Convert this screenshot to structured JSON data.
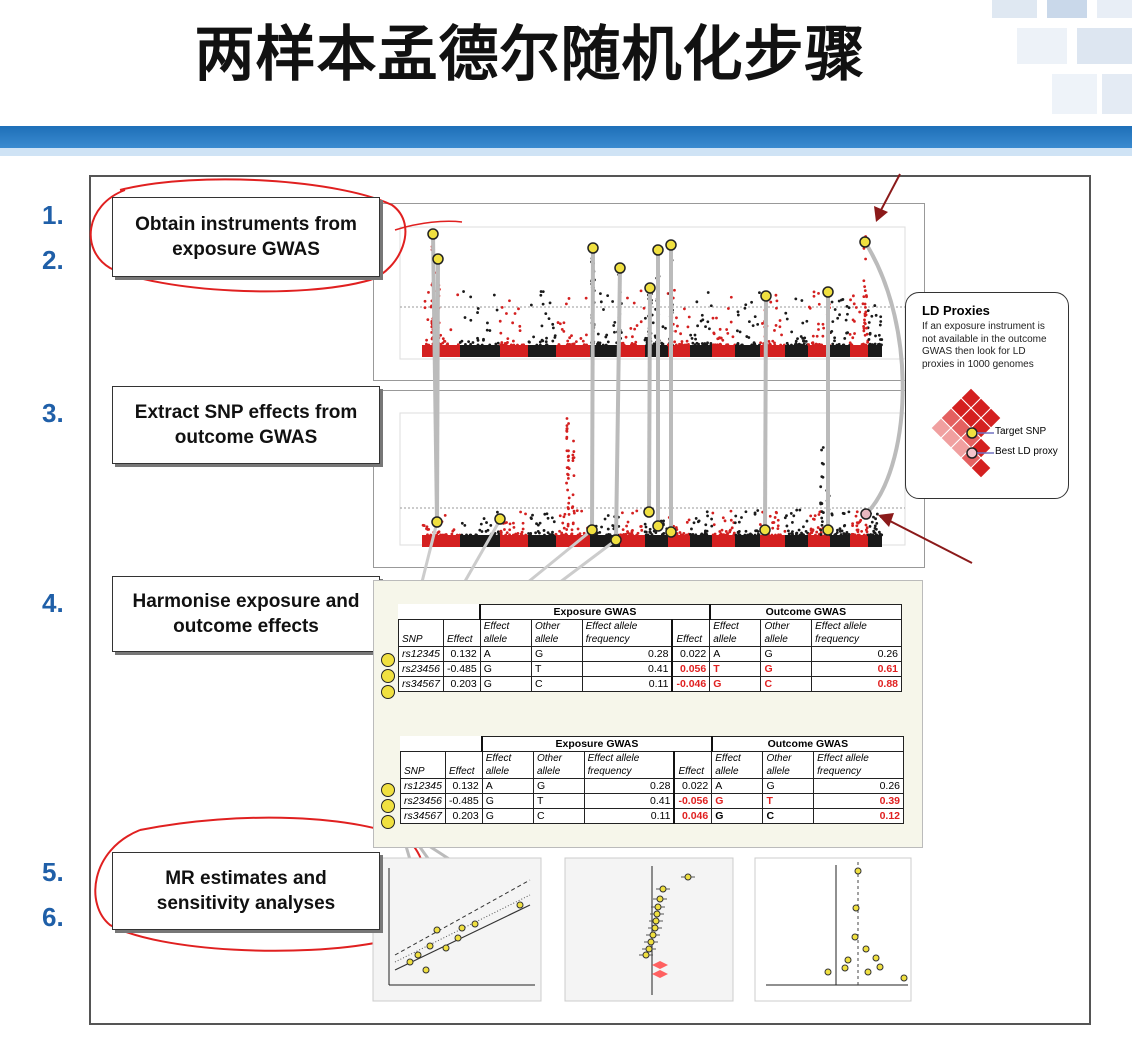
{
  "title": "两样本孟德尔随机化步骤",
  "step_numbers": [
    "1.",
    "2.",
    "3.",
    "4.",
    "5.",
    "6."
  ],
  "steps": {
    "s1": "Obtain instruments from\nexposure GWAS",
    "s3": "Extract SNP effects from\noutcome GWAS",
    "s4": "Harmonise exposure and\noutcome effects",
    "s5": "MR estimates and\nsensitivity analyses"
  },
  "ld": {
    "title": "LD Proxies",
    "desc": "If an exposure instrument is not available in the outcome GWAS then look for LD proxies in 1000 genomes",
    "target": "Target SNP",
    "proxy": "Best LD proxy"
  },
  "table_headers": {
    "exposure": "Exposure GWAS",
    "outcome": "Outcome GWAS",
    "snp": "SNP",
    "effect": "Effect",
    "effect_allele": "Effect allele",
    "other_allele": "Other allele",
    "eaf": "Effect allele frequency"
  },
  "table_before": [
    {
      "snp": "rs12345",
      "e_eff": "0.132",
      "e_ea": "A",
      "e_oa": "G",
      "e_f": "0.28",
      "o_eff": "0.022",
      "o_ea": "A",
      "o_oa": "G",
      "o_f": "0.26"
    },
    {
      "snp": "rs23456",
      "e_eff": "-0.485",
      "e_ea": "G",
      "e_oa": "T",
      "e_f": "0.41",
      "o_eff": "0.056",
      "o_ea": "T",
      "o_oa": "G",
      "o_f": "0.61"
    },
    {
      "snp": "rs34567",
      "e_eff": "0.203",
      "e_ea": "G",
      "e_oa": "C",
      "e_f": "0.11",
      "o_eff": "-0.046",
      "o_ea": "G",
      "o_oa": "C",
      "o_f": "0.88"
    }
  ],
  "table_after": [
    {
      "snp": "rs12345",
      "e_eff": "0.132",
      "e_ea": "A",
      "e_oa": "G",
      "e_f": "0.28",
      "o_eff": "0.022",
      "o_ea": "A",
      "o_oa": "G",
      "o_f": "0.26"
    },
    {
      "snp": "rs23456",
      "e_eff": "-0.485",
      "e_ea": "G",
      "e_oa": "T",
      "e_f": "0.41",
      "o_eff": "-0.056",
      "o_ea": "G",
      "o_oa": "T",
      "o_f": "0.39"
    },
    {
      "snp": "rs34567",
      "e_eff": "0.203",
      "e_ea": "G",
      "e_oa": "C",
      "e_f": "0.11",
      "o_eff": "0.046",
      "o_ea": "G",
      "o_oa": "C",
      "o_f": "0.12"
    }
  ],
  "colors": {
    "accent_blue": "#1f5fa8",
    "highlight_red": "#e02020",
    "manhattan_red": "#d42020",
    "manhattan_black": "#1a1a1a",
    "instrument_yellow": "#f0e040",
    "annotation_circle": "#e02020",
    "arrow": "#8b1a1a"
  },
  "icons": [
    "down-arrow-icon",
    "instrument-dot-icon",
    "ld-diamond-icon"
  ]
}
